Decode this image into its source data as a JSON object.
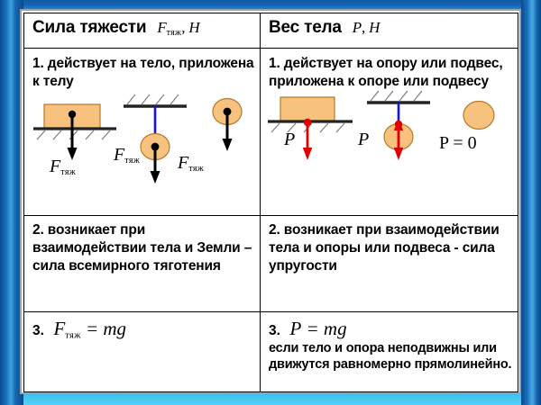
{
  "frame": {
    "border_color_top": "#0b4f92",
    "border_color_bottom": "#56cff5"
  },
  "table": {
    "columns": [
      {
        "id": "gravity",
        "header_title": "Сила тяжести",
        "header_symbol": "F",
        "header_symbol_sub": "тяж",
        "header_unit": ", Н"
      },
      {
        "id": "weight",
        "header_title": "Вес тела",
        "header_symbol": "P",
        "header_symbol_sub": "",
        "header_unit": ", Н"
      }
    ],
    "rows": [
      {
        "id": "row-1-action",
        "left_text": "1. действует на тело, приложена к телу",
        "right_text": "1. действует на опору или подвес, приложена к опоре или подвесу"
      },
      {
        "id": "row-2-origin",
        "left_text": "2. возникает при взаимодействии тела и Земли – сила всемирного тяготения",
        "right_text": "2. возникает при взаимодействии тела и опоры или подвеса - сила упругости"
      },
      {
        "id": "row-3-formula",
        "left_number": "3.",
        "left_formula_symbol": "F",
        "left_formula_sub": "тяж",
        "left_formula_rest": "= mg",
        "right_number": "3.",
        "right_formula_symbol": "P",
        "right_formula_rest": "= mg",
        "right_note": "если тело и опора неподвижны или движутся равномерно прямолинейно."
      }
    ]
  },
  "diagrams": {
    "gravity": {
      "force_label_symbol": "F",
      "force_label_sub": "тяж",
      "arrow_color": "#000000",
      "body_color": "#F7C27E",
      "body_outline": "#B5792A",
      "string_color": "#1414E6",
      "ground_color": "#232323",
      "items": [
        {
          "name": "block-on-support",
          "label": "F тяж"
        },
        {
          "name": "ball-on-string",
          "label": "F тяж"
        },
        {
          "name": "free-ball",
          "label": "F тяж"
        }
      ]
    },
    "weight": {
      "force_label_symbol": "P",
      "zero_label": "P = 0",
      "arrow_color": "#E00000",
      "body_color": "#F7C27E",
      "body_outline": "#B5792A",
      "string_color": "#1414E6",
      "ground_color": "#232323",
      "items": [
        {
          "name": "block-on-support",
          "label": "P"
        },
        {
          "name": "ball-on-string",
          "label": "P"
        },
        {
          "name": "free-ball",
          "label": "P = 0"
        }
      ]
    }
  }
}
